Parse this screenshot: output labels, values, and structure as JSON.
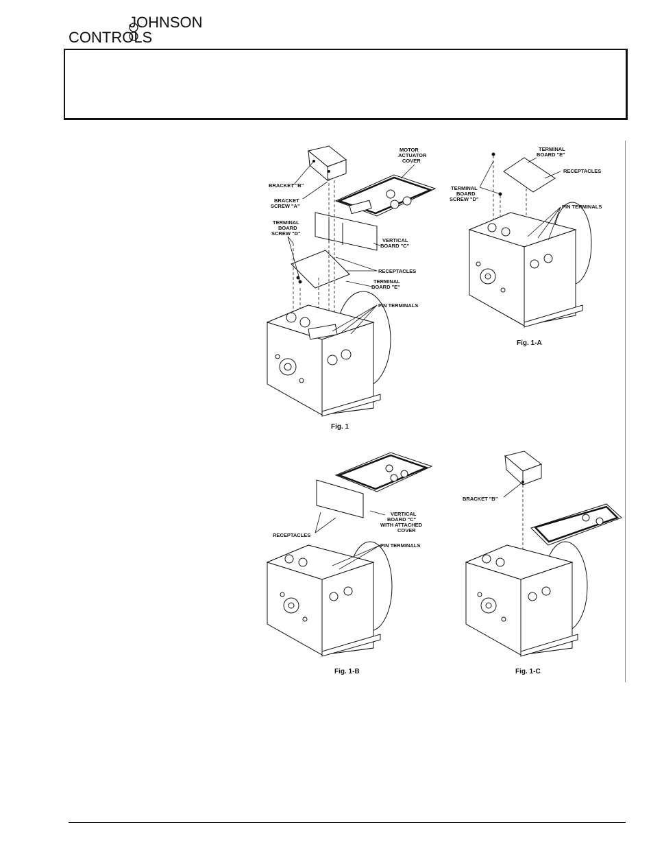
{
  "brand": {
    "line1": "JOHNSON",
    "line2": "CONTROLS"
  },
  "figures": [
    {
      "caption": "Fig. 1",
      "labels": {
        "bracket_b": "BRACKET \"B\"",
        "bracket_screw_a": [
          "BRACKET",
          "SCREW \"A\""
        ],
        "motor_cover": [
          "MOTOR",
          "ACTUATOR",
          "COVER"
        ],
        "tb_screw_d": [
          "TERMINAL",
          "BOARD",
          "SCREW \"D\""
        ],
        "vertical_c": [
          "VERTICAL",
          "BOARD \"C\""
        ],
        "receptacles": "RECEPTACLES",
        "terminal_e": [
          "TERMINAL",
          "BOARD \"E\""
        ],
        "pin_terminals": "PIN TERMINALS"
      }
    },
    {
      "caption": "Fig. 1-A",
      "labels": {
        "terminal_e": [
          "TERMINAL",
          "BOARD \"E\""
        ],
        "receptacles": "RECEPTACLES",
        "tb_screw_d": [
          "TERMINAL",
          "BOARD",
          "SCREW \"D\""
        ],
        "pin_terminals": "PIN TERMINALS"
      }
    },
    {
      "caption": "Fig. 1-B",
      "labels": {
        "vertical_c": [
          "VERTICAL",
          "BOARD \"C\"",
          "WITH ATTACHED",
          "COVER"
        ],
        "receptacles": "RECEPTACLES",
        "pin_terminals": "PIN TERMINALS"
      }
    },
    {
      "caption": "Fig. 1-C",
      "labels": {
        "bracket_b": "BRACKET \"B\""
      }
    }
  ]
}
